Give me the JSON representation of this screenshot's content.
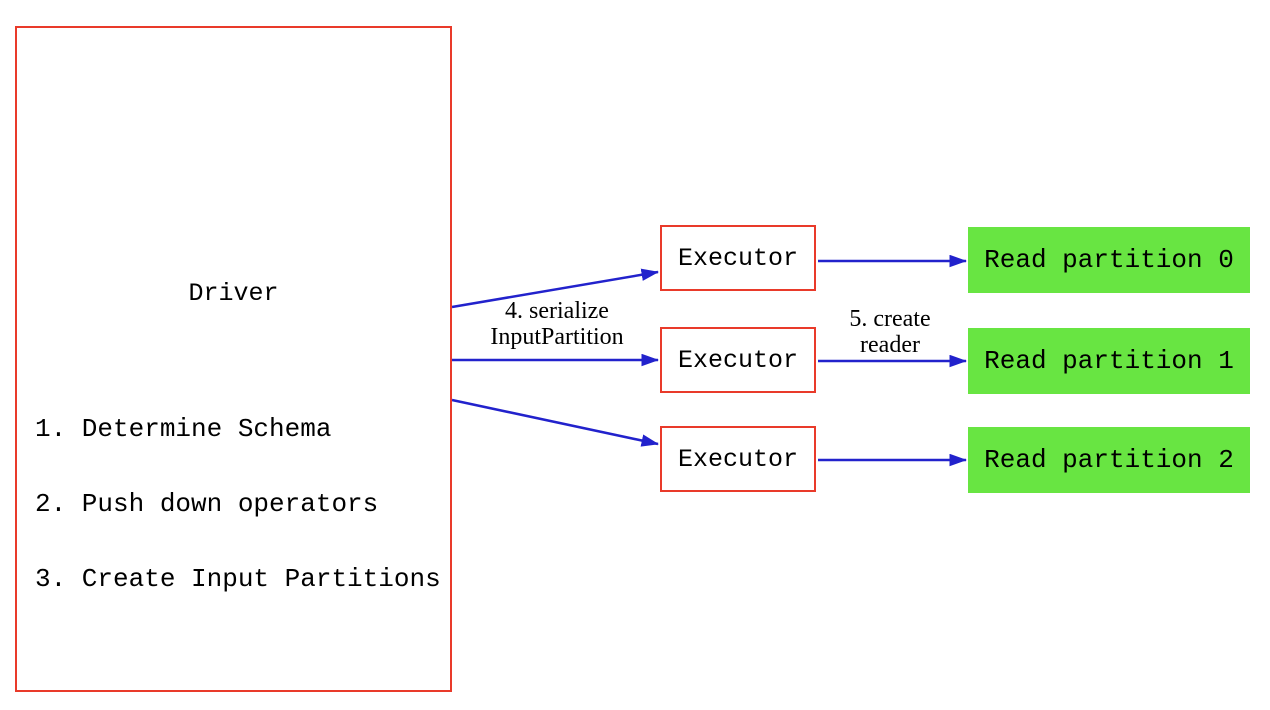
{
  "diagram": {
    "driver": {
      "title": "Driver",
      "steps": [
        "1. Determine Schema",
        "2. Push down operators",
        "3. Create Input Partitions"
      ]
    },
    "executors": [
      {
        "label": "Executor"
      },
      {
        "label": "Executor"
      },
      {
        "label": "Executor"
      }
    ],
    "partitions": [
      {
        "label": "Read partition 0"
      },
      {
        "label": "Read partition 1"
      },
      {
        "label": "Read partition 2"
      }
    ],
    "edge_labels": {
      "serialize": {
        "line1": "4. serialize",
        "line2": "InputPartition"
      },
      "create_reader": {
        "line1": "5. create",
        "line2": "reader"
      }
    },
    "colors": {
      "box_border": "#e93a2a",
      "arrow": "#2222cc",
      "partition_fill": "#68e542",
      "text": "#000000",
      "background": "#ffffff"
    }
  }
}
